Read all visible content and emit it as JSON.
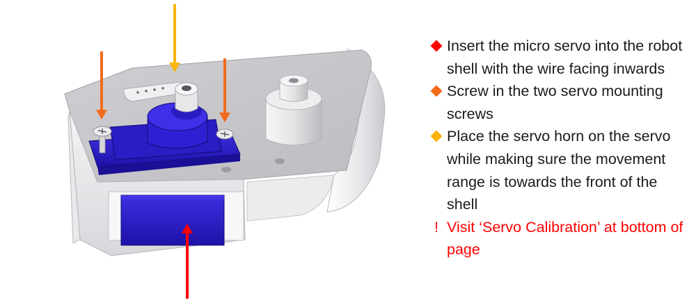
{
  "colors": {
    "red": "#ff0000",
    "dark_orange": "#f26b1d",
    "amber": "#fbb40c",
    "servo_blue": "#2d1fc8",
    "shell_grey": "#d9d9dc"
  },
  "arrows": [
    {
      "name": "servo-horn-arrow",
      "color": "amber",
      "direction": "down"
    },
    {
      "name": "left-screw-arrow",
      "color": "dark_orange",
      "direction": "down"
    },
    {
      "name": "right-screw-arrow",
      "color": "dark_orange",
      "direction": "down"
    },
    {
      "name": "servo-body-arrow",
      "color": "red",
      "direction": "up"
    }
  ],
  "steps": [
    {
      "bullet": "diamond",
      "color": "red",
      "text": "Insert the micro servo into the robot shell with the wire facing inwards"
    },
    {
      "bullet": "diamond",
      "color": "dark_orange",
      "text": "Screw in the two servo mounting screws"
    },
    {
      "bullet": "diamond",
      "color": "amber",
      "text": "Place the servo horn on the servo while making sure the movement range is towards the front of the shell"
    },
    {
      "bullet": "exclamation",
      "bullet_text": "!",
      "color": "red",
      "text": "Visit ‘Servo Calibration’ at bottom of page"
    }
  ]
}
